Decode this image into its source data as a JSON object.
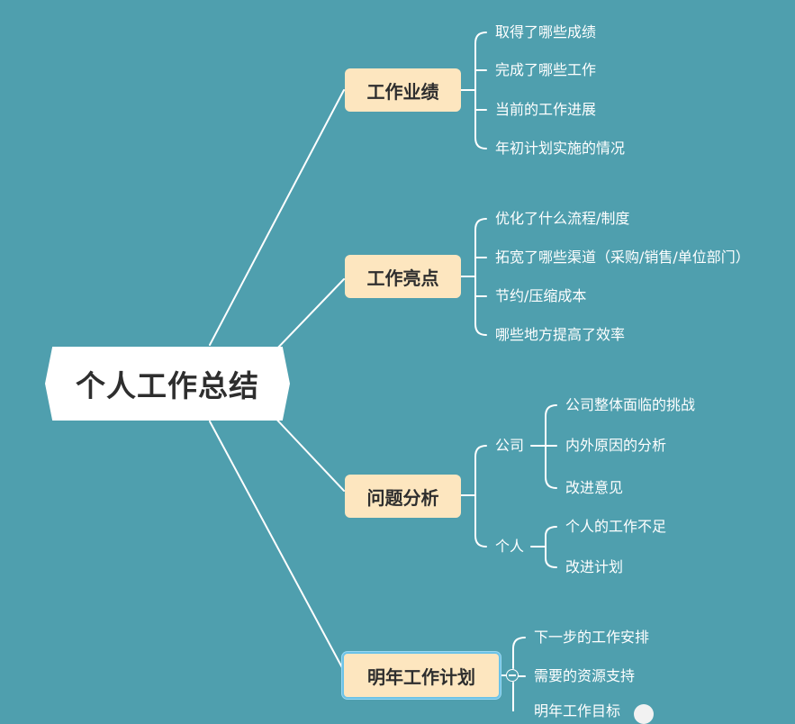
{
  "root": {
    "label": "个人工作总结"
  },
  "branches": [
    {
      "label": "工作业绩",
      "leaves": [
        "取得了哪些成绩",
        "完成了哪些工作",
        "当前的工作进展",
        "年初计划实施的情况"
      ]
    },
    {
      "label": "工作亮点",
      "leaves": [
        "优化了什么流程/制度",
        "拓宽了哪些渠道（采购/销售/单位部门）",
        "节约/压缩成本",
        "哪些地方提高了效率"
      ]
    },
    {
      "label": "问题分析",
      "subgroups": [
        {
          "label": "公司",
          "leaves": [
            "公司整体面临的挑战",
            "内外原因的分析",
            "改进意见"
          ]
        },
        {
          "label": "个人",
          "leaves": [
            "个人的工作不足",
            "改进计划"
          ]
        }
      ]
    },
    {
      "label": "明年工作计划",
      "leaves": [
        "下一步的工作安排",
        "需要的资源支持",
        "明年工作目标"
      ]
    }
  ],
  "colors": {
    "background": "#4f9fae",
    "branch_fill": "#fde6bf",
    "line": "#ffffff",
    "selection": "#6cc3e8"
  }
}
